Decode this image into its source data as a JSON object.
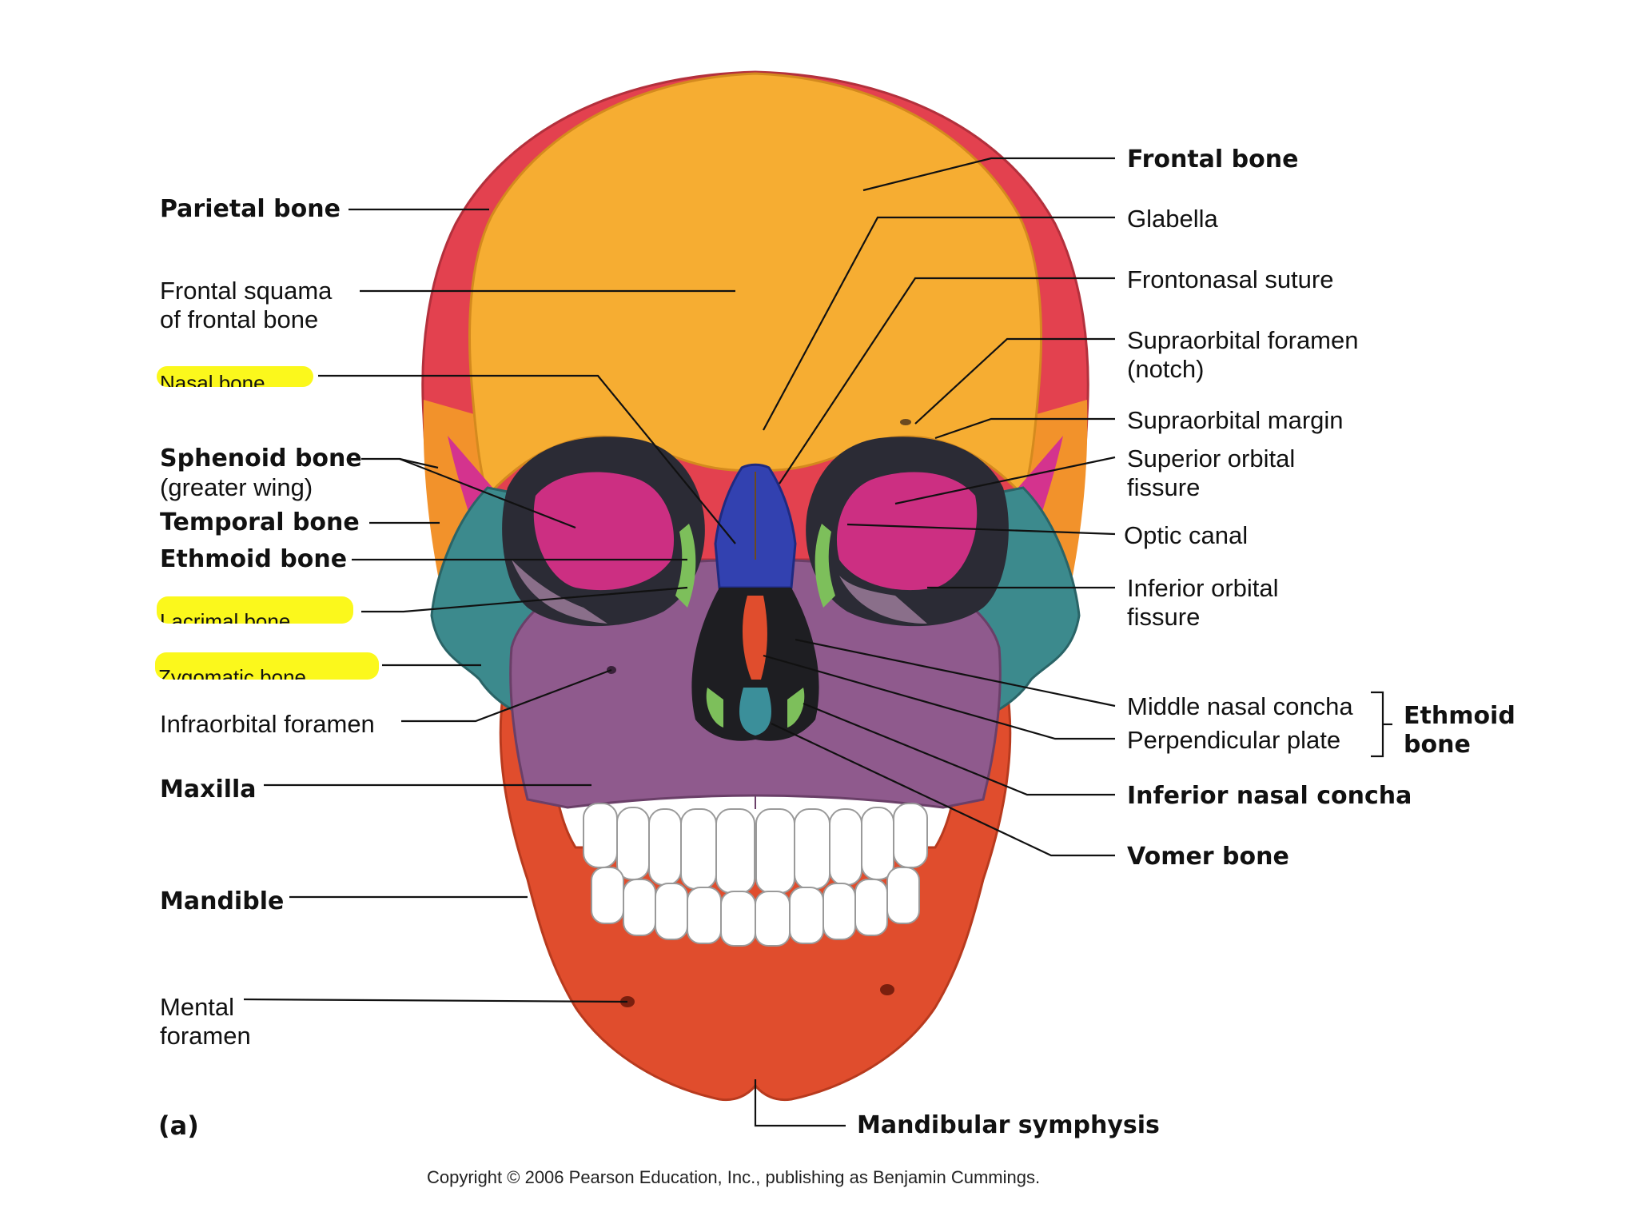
{
  "figure_label": "(a)",
  "copyright": "Copyright © 2006 Pearson Education, Inc., publishing as Benjamin Cummings.",
  "colors": {
    "frontal": "#f6ad32",
    "parietal": "#e3414f",
    "sphenoid": "#d4338e",
    "temporal": "#f2922b",
    "zygomatic": "#3c8a8d",
    "maxilla": "#8f5a8d",
    "nasal": "#3241b0",
    "lacrimal": "#7dbf5b",
    "mandible": "#e04d2d",
    "vomer": "#3b8f9a",
    "teeth": "#ffffff",
    "highlight": "#fbf81c"
  },
  "labels_left": {
    "parietal": "Parietal bone",
    "frontal_squama_1": "Frontal  squama",
    "frontal_squama_2": "of frontal bone",
    "sphenoid_1": "Sphenoid bone",
    "sphenoid_2": "(greater wing)",
    "temporal": "Temporal bone",
    "ethmoid": "Ethmoid bone",
    "infraorbital": "Infraorbital foramen",
    "maxilla": "Maxilla",
    "mandible": "Mandible",
    "mental_1": "Mental",
    "mental_2": "foramen"
  },
  "labels_right": {
    "frontal": "Frontal bone",
    "glabella": "Glabella",
    "frontonasal": "Frontonasal suture",
    "supraorbital_foramen_1": "Supraorbital foramen",
    "supraorbital_foramen_2": "(notch)",
    "supraorbital_margin": "Supraorbital margin",
    "superior_orbital_1": "Superior orbital",
    "superior_orbital_2": "fissure",
    "optic": "Optic canal",
    "inferior_orbital_1": "Inferior orbital",
    "inferior_orbital_2": "fissure",
    "middle_concha": "Middle nasal concha",
    "perpendicular": "Perpendicular plate",
    "ethmoid_group_1": "Ethmoid",
    "ethmoid_group_2": "bone",
    "inferior_concha": "Inferior nasal concha",
    "vomer": "Vomer bone"
  },
  "labels_bottom": {
    "symphysis": "Mandibular symphysis"
  },
  "highlighted_labels": {
    "first": "Nasal bone",
    "second": "Lacrimal bone",
    "third": "Zygomatic bone"
  }
}
